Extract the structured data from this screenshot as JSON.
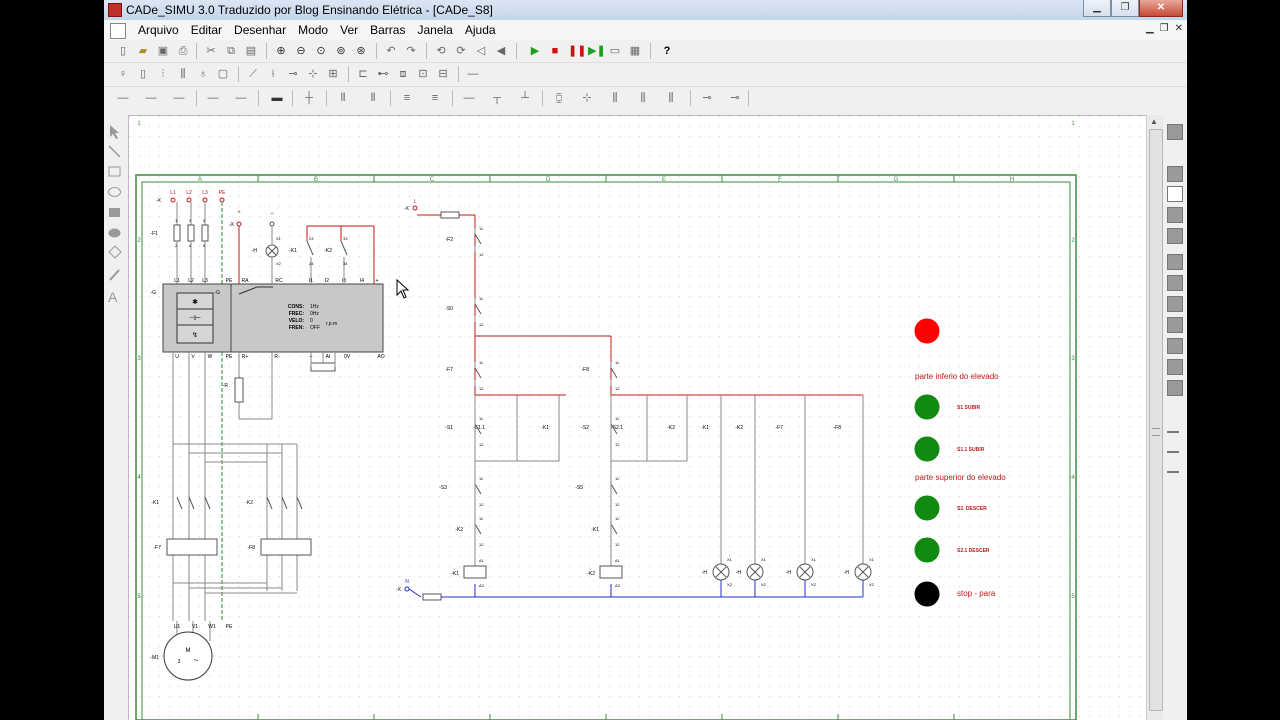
{
  "window": {
    "title": "CADe_SIMU 3.0 Traduzido por Blog Ensinando Elétrica - [CADe_S8]"
  },
  "menu": [
    "Arquivo",
    "Editar",
    "Desenhar",
    "Modo",
    "Ver",
    "Barras",
    "Janela",
    "Ajuda"
  ],
  "vfd": {
    "cons": "CONS:",
    "cons_val": "1Hz",
    "frec": "FREC:",
    "frec_val": "0Hz",
    "velo": "VELO:",
    "velo_val": "0",
    "velo_unit": "r.p.m",
    "fren": "FREN:",
    "fren_val": "OFF"
  },
  "grid_cols": [
    "A",
    "B",
    "C",
    "D",
    "E",
    "F",
    "G",
    "H"
  ],
  "grid_rows": [
    "1",
    "2",
    "3",
    "4",
    "5"
  ],
  "pilot_lights": [
    {
      "label": "",
      "color": "#ff0000"
    },
    {
      "label": "parte inferio do elevado",
      "color": ""
    },
    {
      "label": "S1 SUBIR",
      "color": "#108a10"
    },
    {
      "label": "S1.1 SUBIR",
      "color": "#108a10"
    },
    {
      "label": "parte superior do elevado",
      "color": ""
    },
    {
      "label": "S2. DESCER",
      "color": "#108a10"
    },
    {
      "label": "S2.1 DESCER",
      "color": "#108a10"
    },
    {
      "label": "stop - para",
      "color": "#000000"
    }
  ],
  "labels": {
    "L1": "L1",
    "L2": "L2",
    "L3": "L3",
    "PE": "PE",
    "F1": "-F1",
    "G": "-G",
    "H": "-H",
    "K1": "-K1",
    "K2": "-K2",
    "F7": "-F7",
    "F8": "-F8",
    "M1": "-M1",
    "R": "-R",
    "X": "-X",
    "S0": "-S0",
    "S1": "-S1",
    "S1_1": "-S1.1",
    "S2": "-S2",
    "S2_1": "-S2.1",
    "S3": "-S3",
    "S5": "-S5",
    "F2": "-F2",
    "U1": "U1",
    "V1": "V1",
    "W1": "W1",
    "motor": "M",
    "motor_phase": "3",
    "RA": "RA",
    "RC": "RC",
    "I1": "I1",
    "I2": "I2",
    "I3": "I3",
    "I4": "I4",
    "Uterm": "U",
    "Vterm": "V",
    "Wterm": "W",
    "Rplus": "R+",
    "Rminus": "R-",
    "AI": "AI",
    "zeroV": "0V",
    "AO": "AO",
    "plus": "+",
    "minus": "−",
    "n11": "11",
    "n12": "12",
    "n13": "13",
    "n14": "14",
    "n21": "21",
    "n22": "22",
    "n95": "95",
    "n96": "96",
    "n97": "97",
    "n98": "98",
    "A1": "A1",
    "A2": "A2",
    "X1": "X1",
    "X2": "X2",
    "n23": "23",
    "n24": "24",
    "n33": "33",
    "n34": "34",
    "n1": "1",
    "n2": "2",
    "n3": "3",
    "n4": "4",
    "n5": "5",
    "n6": "6",
    "L": "L",
    "N": "N"
  }
}
